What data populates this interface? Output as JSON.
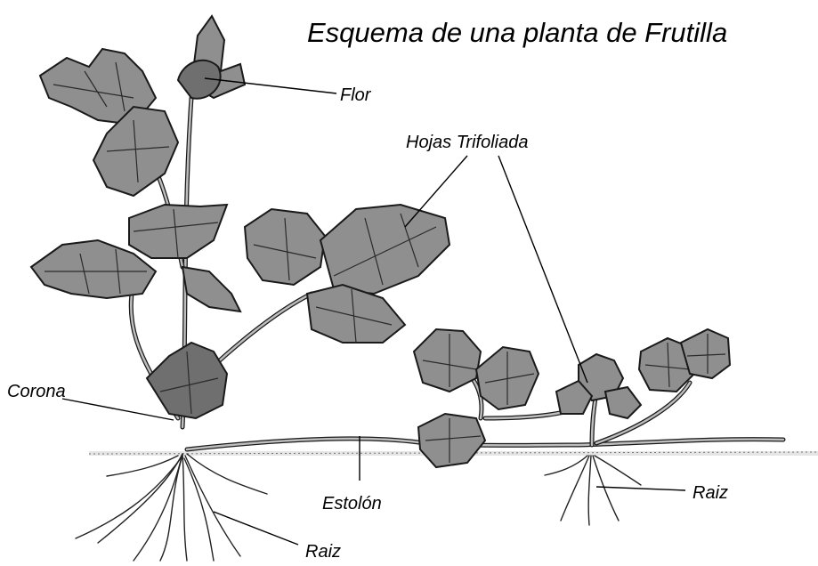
{
  "title": "Esquema de una planta de Frutilla",
  "labels": {
    "flor": "Flor",
    "hojas": "Hojas Trifoliada",
    "corona": "Corona",
    "estolon": "Estolón",
    "raiz_main": "Raiz",
    "raiz_small": "Raiz"
  }
}
